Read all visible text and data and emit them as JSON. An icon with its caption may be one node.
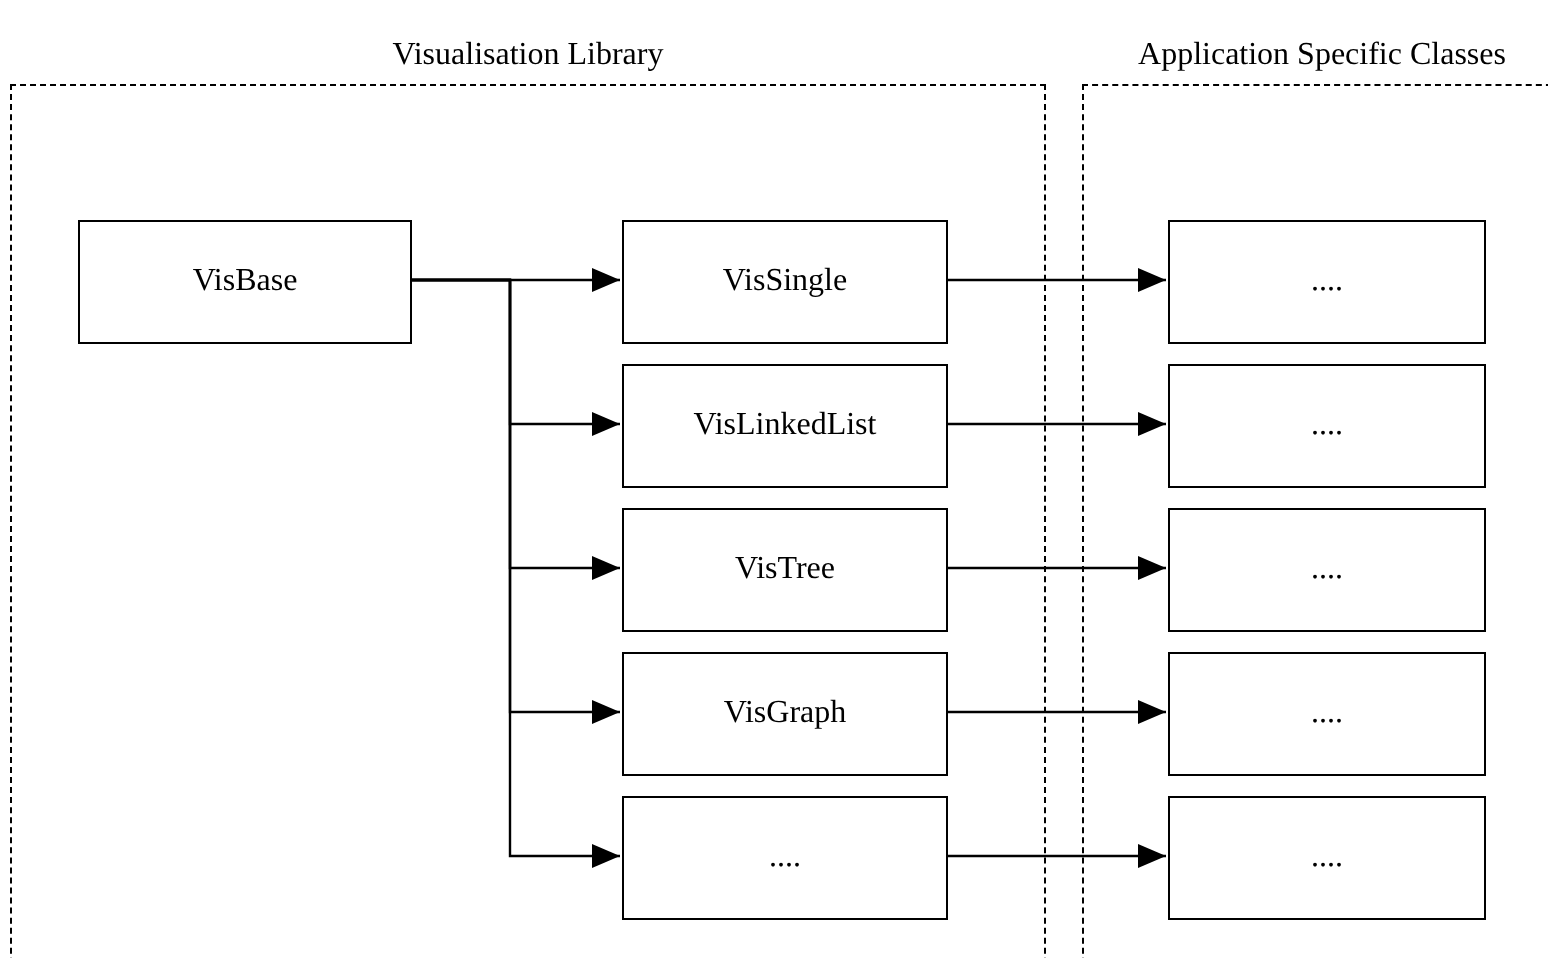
{
  "diagram": {
    "nodes": [
      {
        "text": [
          "Visualisation Library"
        ]
      },
      {
        "text": [
          "Application Specific Classes"
        ]
      },
      {
        "text": [
          "VisBase"
        ],
        "in": 0
      },
      {
        "text": [
          "VisSingle"
        ],
        "in": 0
      },
      {
        "text": [
          "VisLinkedList"
        ],
        "in": 0
      },
      {
        "text": [
          "VisTree"
        ],
        "in": 0
      },
      {
        "text": [
          "VisGraph"
        ],
        "in": 0
      },
      {
        "text": [
          "...."
        ],
        "in": 0
      },
      {
        "text": [
          "...."
        ],
        "in": 1
      },
      {
        "text": [
          "...."
        ],
        "in": 1
      },
      {
        "text": [
          "...."
        ],
        "in": 1
      },
      {
        "text": [
          "...."
        ],
        "in": 1
      },
      {
        "text": [
          "...."
        ],
        "in": 1
      }
    ],
    "edges": [
      {
        "from": 2,
        "to": 3,
        "arrow": "to"
      },
      {
        "from": 2,
        "to": 4,
        "arrow": "to"
      },
      {
        "from": 2,
        "to": 5,
        "arrow": "to"
      },
      {
        "from": 2,
        "to": 6,
        "arrow": "to"
      },
      {
        "from": 2,
        "to": 7,
        "arrow": "to"
      },
      {
        "from": 3,
        "to": 8,
        "arrow": "to"
      },
      {
        "from": 4,
        "to": 9,
        "arrow": "to"
      },
      {
        "from": 5,
        "to": 10,
        "arrow": "to"
      },
      {
        "from": 6,
        "to": 11,
        "arrow": "to"
      },
      {
        "from": 7,
        "to": 12,
        "arrow": "to"
      }
    ]
  }
}
